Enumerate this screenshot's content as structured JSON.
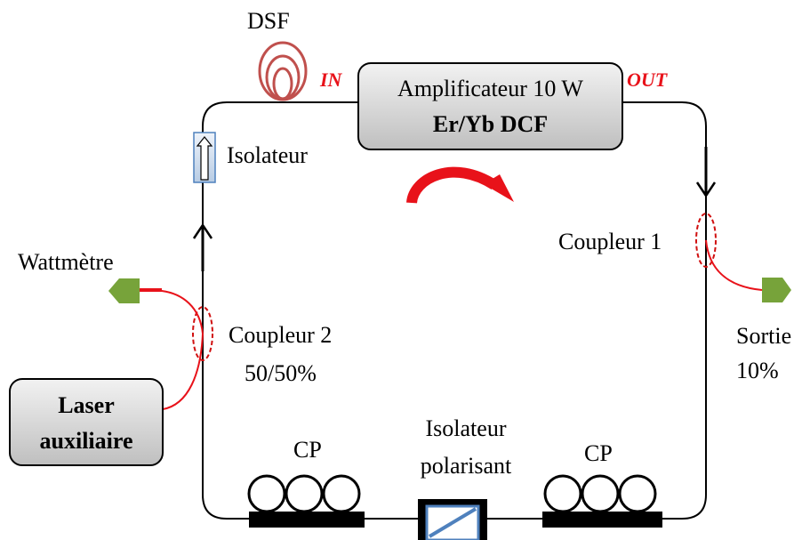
{
  "labels": {
    "dsf": "DSF",
    "in": "IN",
    "out": "OUT",
    "amplifier_line1": "Amplificateur 10 W",
    "amplifier_line2": "Er/Yb DCF",
    "isolator": "Isolateur",
    "wattmeter": "Wattmètre",
    "coupler1": "Coupleur 1",
    "coupler2": "Coupleur 2",
    "coupler2_ratio": "50/50%",
    "output": "Sortie",
    "output_ratio": "10%",
    "laser_line1": "Laser",
    "laser_line2": "auxiliaire",
    "pc_left": "CP",
    "pc_right": "CP",
    "pol_isolator_line1": "Isolateur",
    "pol_isolator_line2": "polarisant"
  },
  "colors": {
    "fiber": "#000000",
    "dsf_coil": "#c0504d",
    "port_label": "#e8121a",
    "direction_arrow": "#e8121a",
    "coupler_marker": "#d01010",
    "coupler_tap": "#e8121a",
    "connector": "#77a33a",
    "box_fill": "#d9d9d9",
    "isolator_fill": "#dbe5f1",
    "isolator_border": "#4f81bd",
    "pol_isolator_border": "#4f81bd"
  }
}
